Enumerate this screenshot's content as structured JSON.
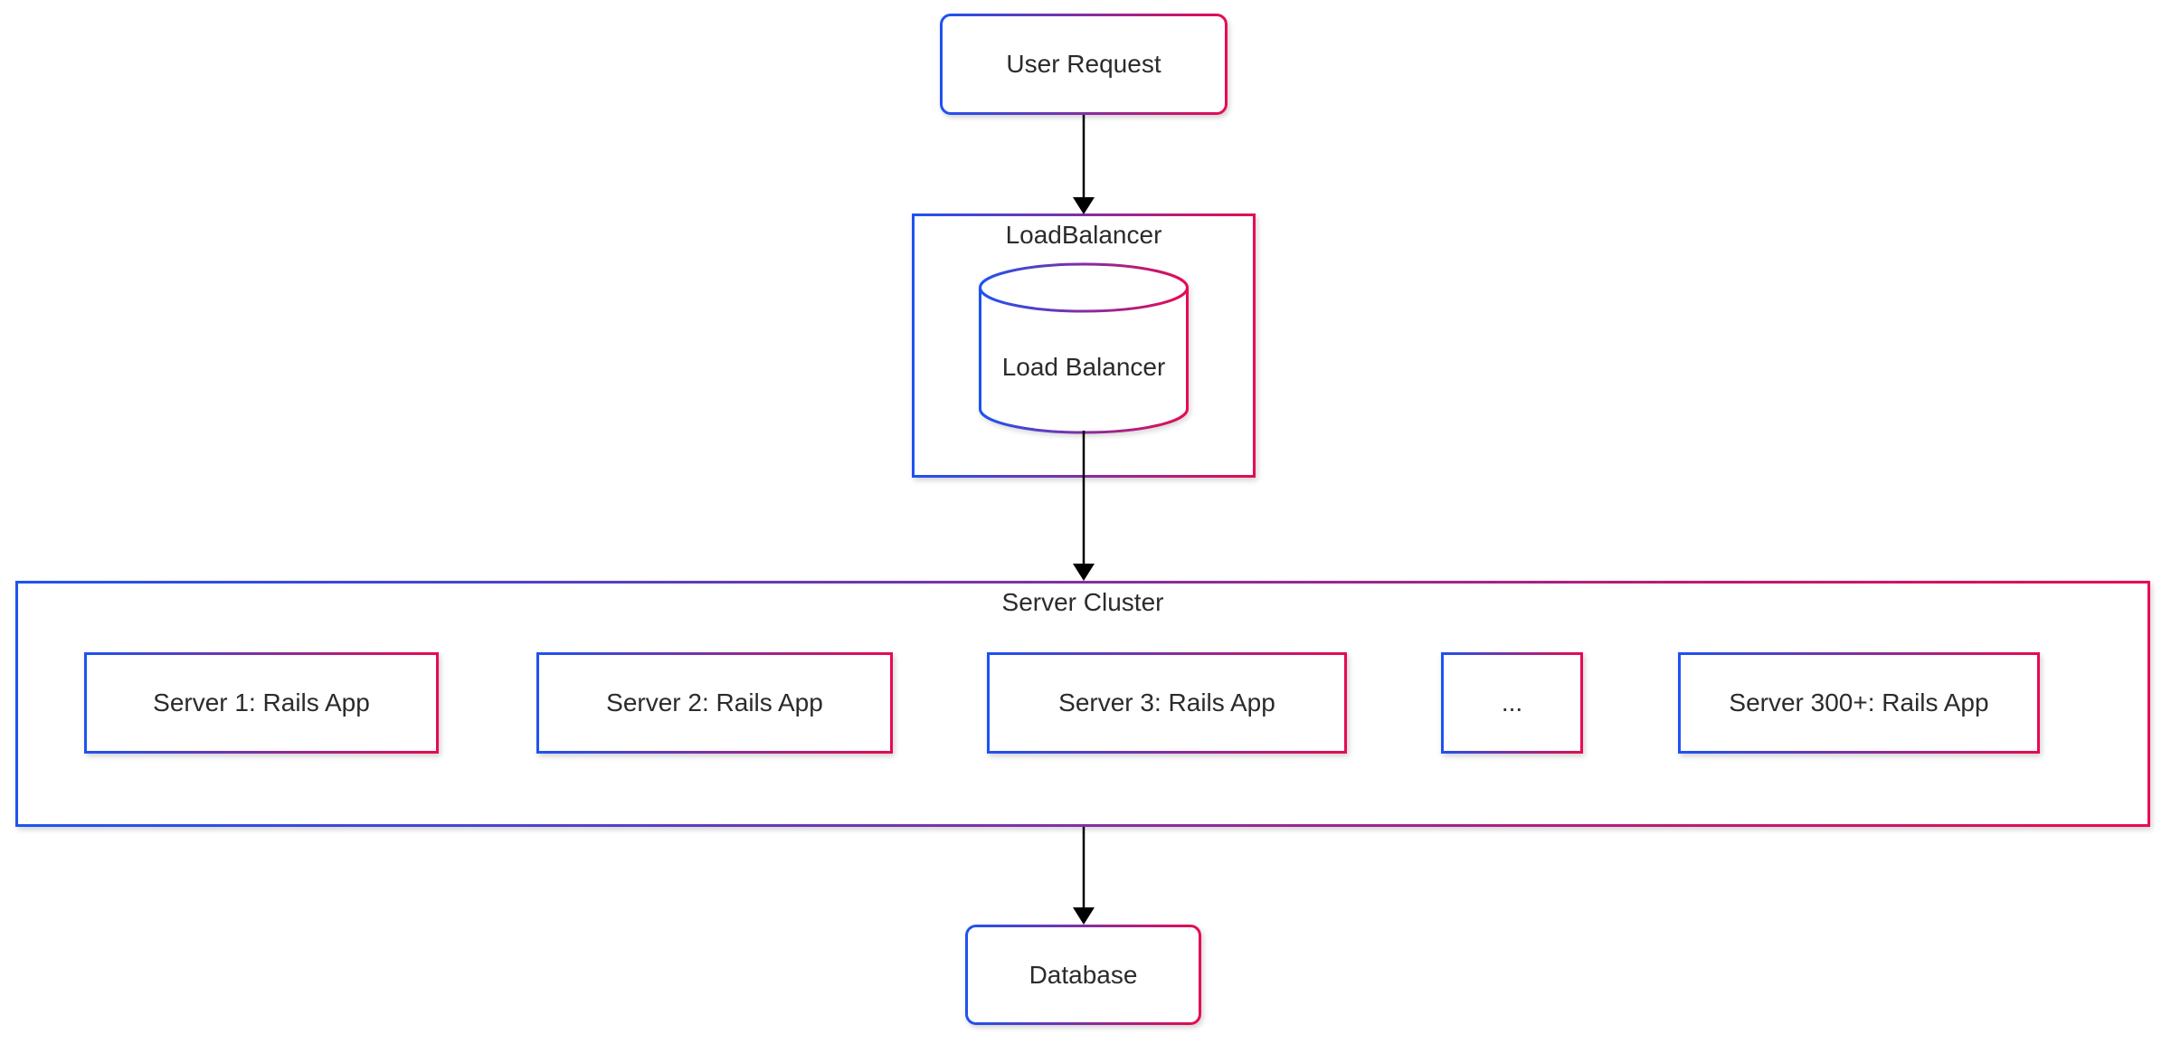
{
  "diagram": {
    "direction": "top-down",
    "nodes": {
      "user_request": {
        "label": "User Request",
        "shape": "rounded-rect"
      },
      "load_balancer": {
        "label": "Load Balancer",
        "shape": "cylinder"
      },
      "servers": [
        {
          "label": "Server 1: Rails App"
        },
        {
          "label": "Server 2: Rails App"
        },
        {
          "label": "Server 3: Rails App"
        },
        {
          "label": "..."
        },
        {
          "label": "Server 300+: Rails App"
        }
      ],
      "database": {
        "label": "Database",
        "shape": "rounded-rect"
      }
    },
    "clusters": {
      "load_balancer": {
        "title": "LoadBalancer"
      },
      "server_cluster": {
        "title": "Server Cluster"
      }
    },
    "edges": [
      {
        "from": "User Request",
        "to": "LoadBalancer"
      },
      {
        "from": "Load Balancer",
        "to": "Server Cluster"
      },
      {
        "from": "Server Cluster",
        "to": "Database"
      }
    ]
  },
  "colors": {
    "gradient_start": "#1d53f2",
    "gradient_end": "#e80a51",
    "node_fill": "#ffffff",
    "text": "#2b2b2b",
    "arrow": "#000000",
    "background": "#ffffff"
  }
}
